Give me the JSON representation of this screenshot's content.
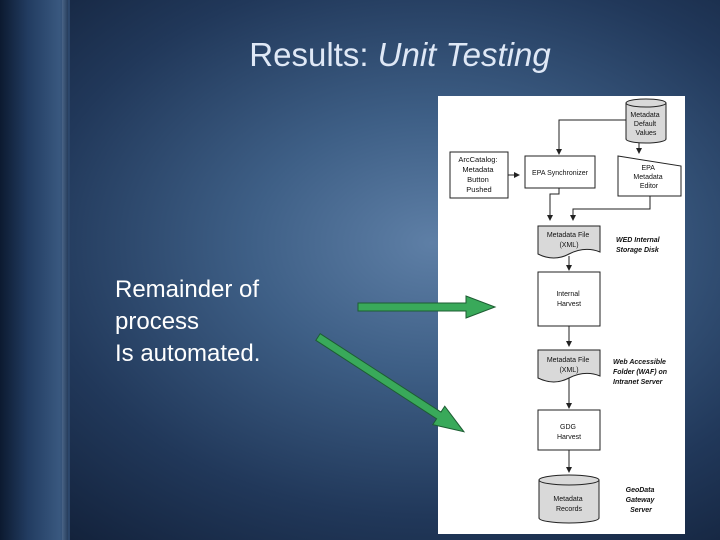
{
  "slide": {
    "title_plain": "Results: ",
    "title_italic": "Unit Testing",
    "body_lines": [
      "Remainder of",
      "process",
      "Is automated."
    ]
  },
  "diagram": {
    "metadata_default_values": [
      "Metadata",
      "Default",
      "Values"
    ],
    "arccatalog": [
      "ArcCatalog:",
      "Metadata",
      "Button",
      "Pushed"
    ],
    "epa_synchronizer": "EPA Synchronizer",
    "epa_metadata_editor": [
      "EPA",
      "Metadata",
      "Editor"
    ],
    "metadata_file_1": [
      "Metadata File",
      "(XML)"
    ],
    "wed_storage": [
      "WED Internal",
      "Storage Disk"
    ],
    "internal_harvest": [
      "Internal",
      "Harvest"
    ],
    "metadata_file_2": [
      "Metadata File",
      "(XML)"
    ],
    "waf_note": [
      "Web Accessible",
      "Folder (WAF) on",
      "Intranet Server"
    ],
    "gdg_harvest": [
      "GDG",
      "Harvest"
    ],
    "metadata_records": [
      "Metadata",
      "Records"
    ],
    "geodata_server": [
      "GeoData",
      "Gateway",
      "Server"
    ]
  },
  "colors": {
    "arrow_green": "#39a95a",
    "arrow_outline": "#1d5d33",
    "shape_fill": "#d9d9d9",
    "title_text": "#dfe8f6"
  }
}
